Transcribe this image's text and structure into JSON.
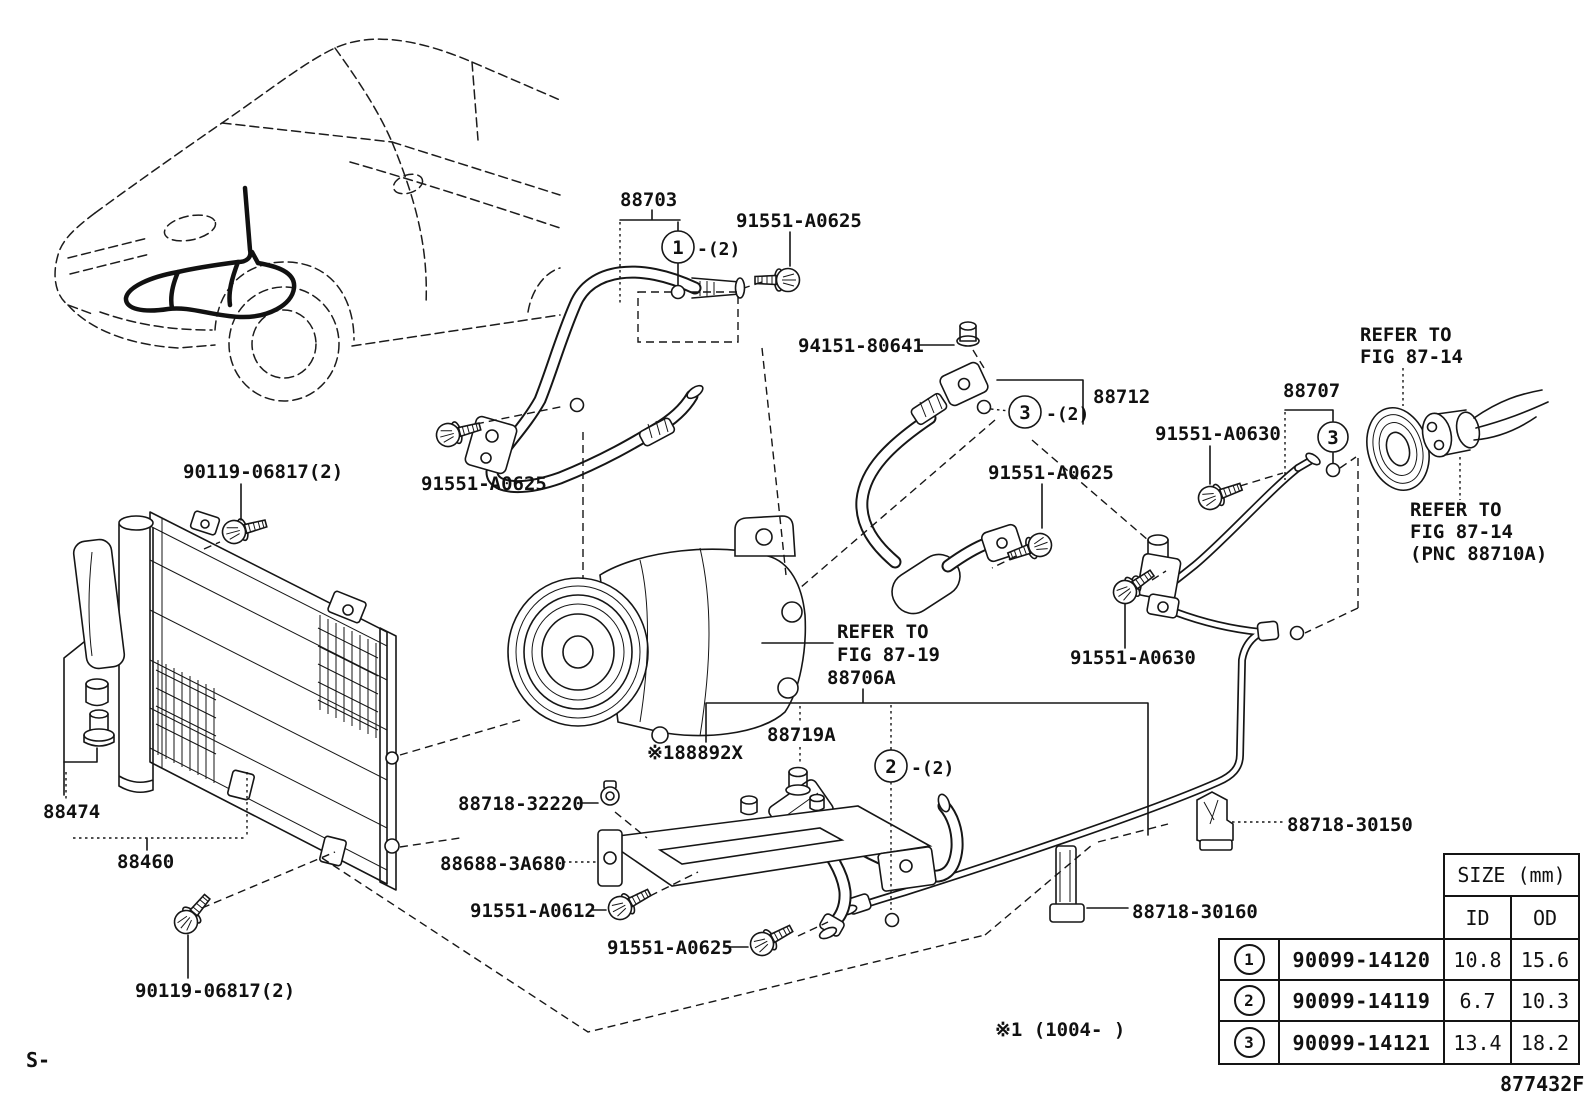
{
  "page": {
    "background": "#ffffff",
    "ink": "#161616"
  },
  "codes": {
    "corner": "S-",
    "figure": "877432F",
    "note1": "※1 (1004-   )"
  },
  "parts": {
    "p88703": "88703",
    "p91551A0625": "91551-A0625",
    "p94151_80641": "94151-80641",
    "p88712": "88712",
    "p91551A0630": "91551-A0630",
    "p88707": "88707",
    "p90119_06817": "90119-06817(2)",
    "p88706A": "88706A",
    "p88719A": "88719A",
    "p88892X": "※188892X",
    "p88474": "88474",
    "p88460": "88460",
    "p88718_32220": "88718-32220",
    "p88688_3A680": "88688-3A680",
    "p91551A0612": "91551-A0612",
    "p88718_30150": "88718-30150",
    "p88718_30160": "88718-30160"
  },
  "refs": {
    "fig8714": {
      "l1": "REFER TO",
      "l2": "FIG 87-14"
    },
    "fig8714b": {
      "l1": "REFER TO",
      "l2": "FIG 87-14",
      "l3": "(PNC 88710A)"
    },
    "fig8719": {
      "l1": "REFER TO",
      "l2": "FIG 87-19"
    }
  },
  "callouts": {
    "n1": "1",
    "n2": "2",
    "n3": "3",
    "qty2": "-(2)"
  },
  "size_table": {
    "title": "SIZE (mm)",
    "col_id": "ID",
    "col_od": "OD",
    "rows": [
      {
        "no": "1",
        "part": "90099-14120",
        "id": "10.8",
        "od": "15.6"
      },
      {
        "no": "2",
        "part": "90099-14119",
        "id": "6.7",
        "od": "10.3"
      },
      {
        "no": "3",
        "part": "90099-14121",
        "id": "13.4",
        "od": "18.2"
      }
    ]
  }
}
